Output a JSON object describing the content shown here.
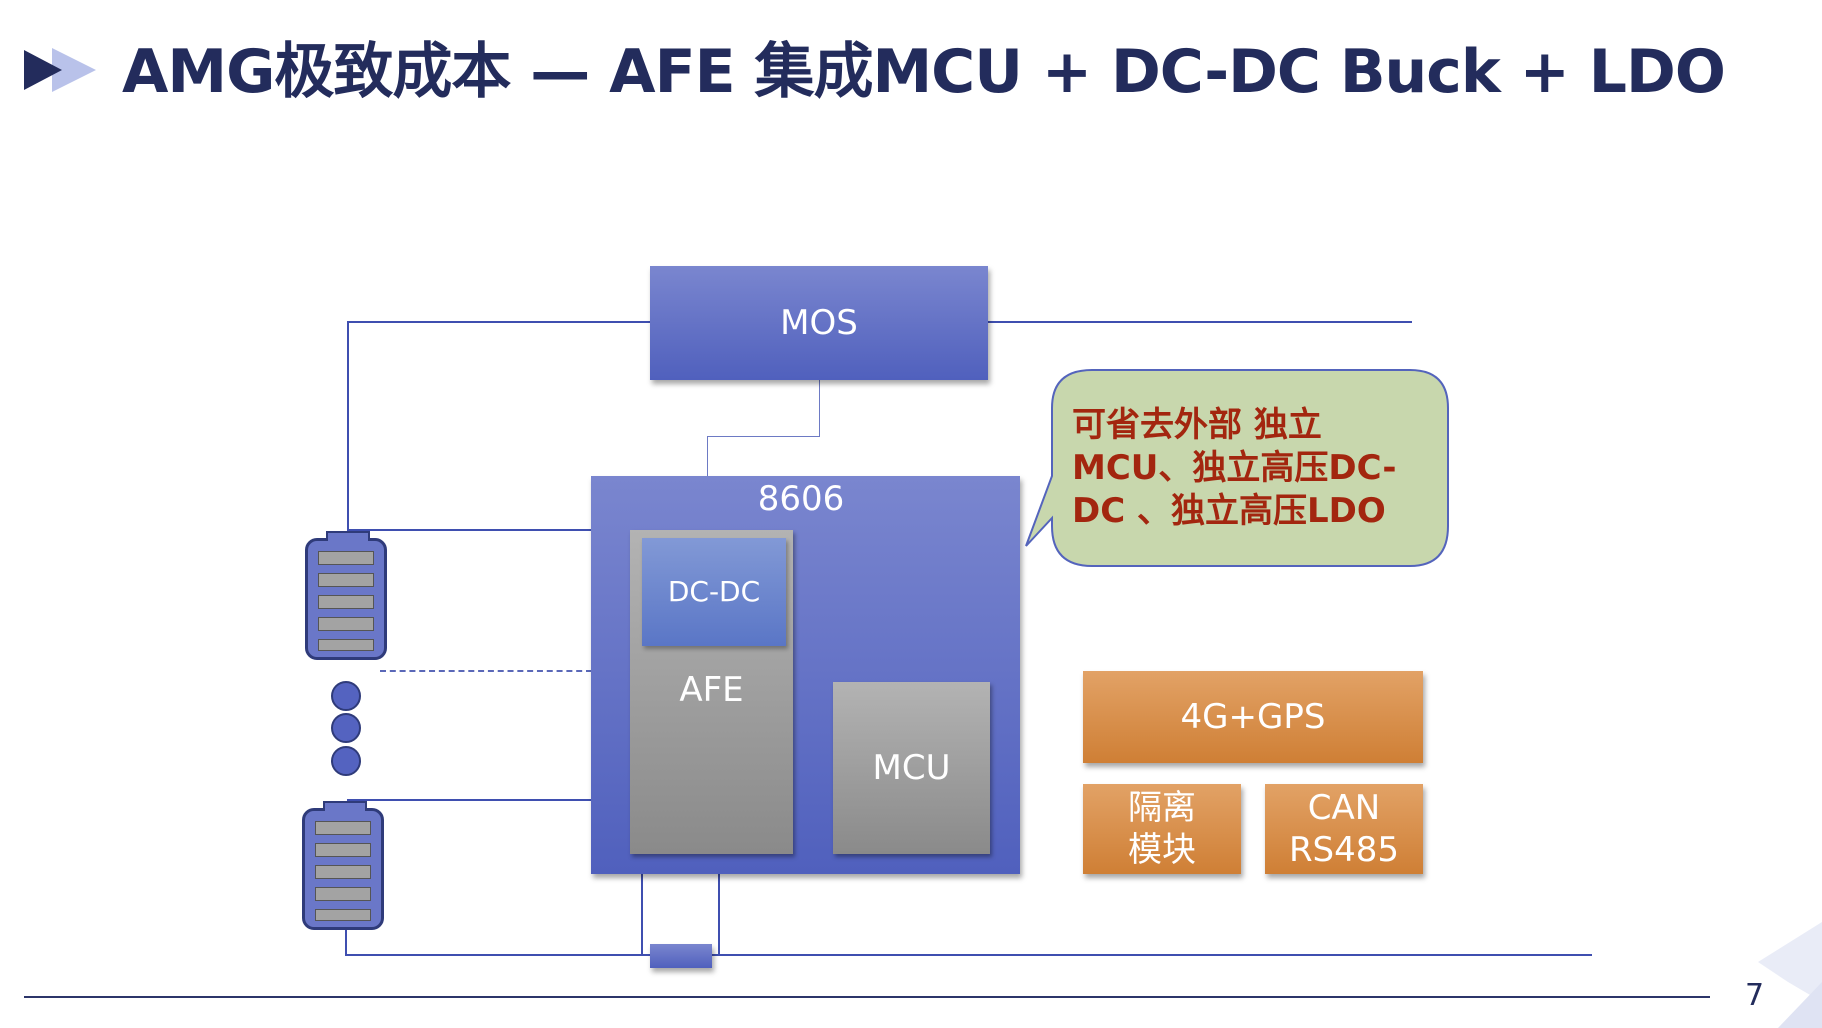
{
  "slide": {
    "title": "AMG极致成本 — AFE 集成MCU + DC-DC Buck + LDO",
    "page_number": "7"
  },
  "diagram": {
    "mos_label": "MOS",
    "chip_label": "8606",
    "dcdc_label": "DC-DC",
    "afe_label": "AFE",
    "mcu_label": "MCU",
    "gps_label": "4G+GPS",
    "isolation_label": "隔离\n模块",
    "can_label": "CAN\nRS485",
    "callout_text": "可省去外部 独立MCU、独立高压DC-DC 、独立高压LDO"
  },
  "colors": {
    "title": "#232c5c",
    "block_blue": "#5463c0",
    "block_orange": "#d4863f",
    "block_grey": "#9a9a9a",
    "callout_fill": "#c8d7ad",
    "callout_text": "#a3260f"
  }
}
